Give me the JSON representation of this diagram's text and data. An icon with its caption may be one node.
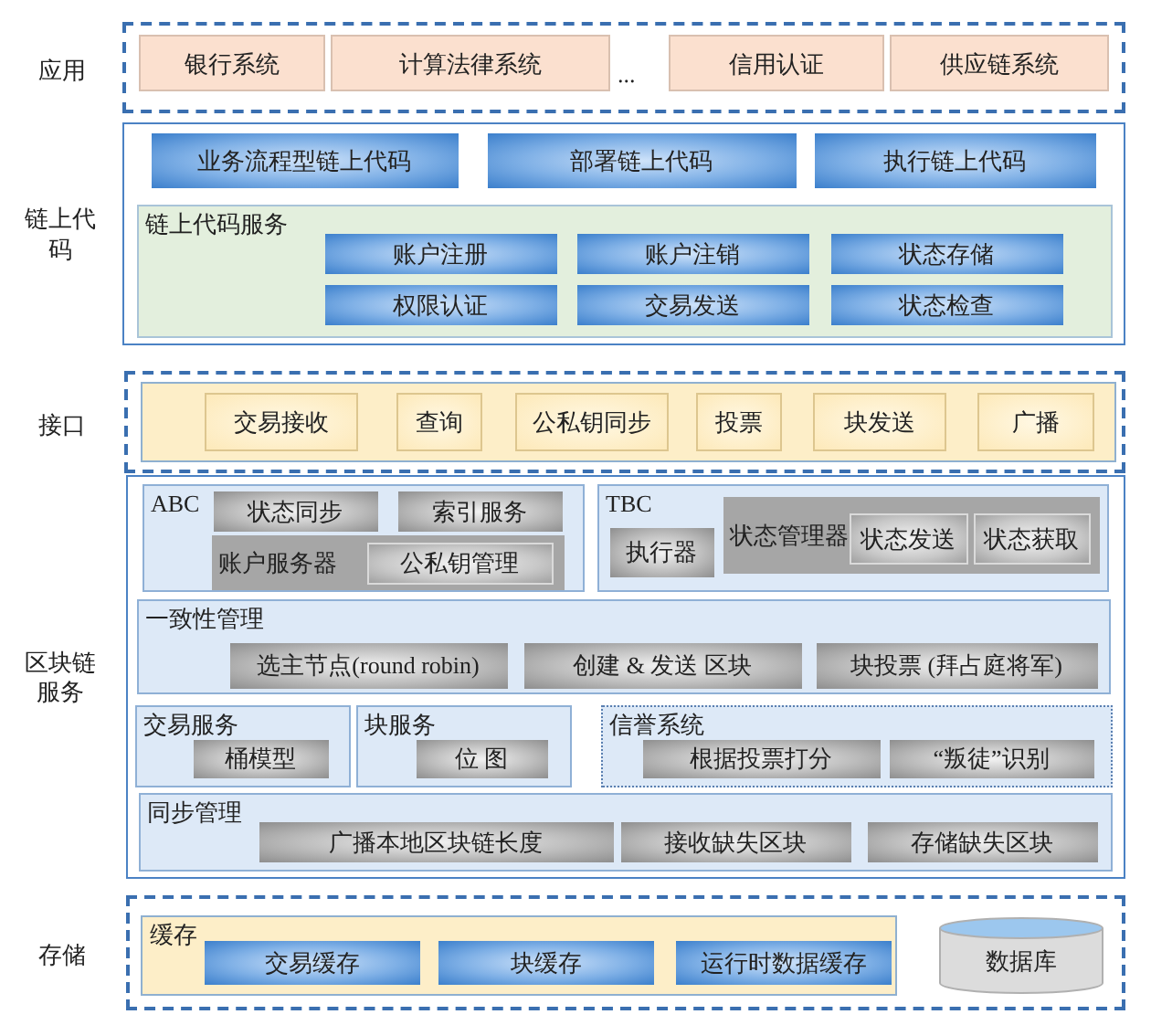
{
  "diagram": {
    "nodes": [
      {
        "text": [],
        "shape": "box",
        "beside": [
          "应用"
        ]
      },
      {
        "text": [
          "银行系统"
        ],
        "in": 0
      },
      {
        "text": [
          "计算法律系统"
        ],
        "in": 0
      },
      {
        "text": [
          "信用认证"
        ],
        "in": 0
      },
      {
        "text": [
          "供应链系统"
        ],
        "in": 0
      },
      {
        "text": [],
        "shape": "box",
        "beside": [
          "链上代码"
        ]
      },
      {
        "text": [
          "业务流程型链上代码"
        ],
        "in": 5
      },
      {
        "text": [
          "部署链上代码"
        ],
        "in": 5
      },
      {
        "text": [
          "执行链上代码"
        ],
        "in": 5
      },
      {
        "text": [
          "链上代码服务"
        ],
        "in": 5
      },
      {
        "text": [
          "账户注册"
        ],
        "in": 9
      },
      {
        "text": [
          "账户注销"
        ],
        "in": 9
      },
      {
        "text": [
          "状态存储"
        ],
        "in": 9
      },
      {
        "text": [
          "权限认证"
        ],
        "in": 9
      },
      {
        "text": [
          "交易发送"
        ],
        "in": 9
      },
      {
        "text": [
          "状态检查"
        ],
        "in": 9
      },
      {
        "text": [],
        "shape": "box",
        "beside": [
          "接口"
        ]
      },
      {
        "text": [],
        "shape": "box",
        "in": 16
      },
      {
        "text": [
          "交易接收"
        ],
        "in": 17
      },
      {
        "text": [
          "查询"
        ],
        "in": 17
      },
      {
        "text": [
          "公私钥同步"
        ],
        "in": 17
      },
      {
        "text": [
          "投票"
        ],
        "in": 17
      },
      {
        "text": [
          "块发送"
        ],
        "in": 17
      },
      {
        "text": [
          "广播"
        ],
        "in": 17
      },
      {
        "text": [],
        "shape": "box",
        "beside": [
          "区块链服务"
        ]
      },
      {
        "text": [
          "ABC"
        ],
        "in": 24
      },
      {
        "text": [
          "状态同步"
        ],
        "in": 25
      },
      {
        "text": [
          "索引服务"
        ],
        "in": 25
      },
      {
        "text": [
          "账户服务器"
        ],
        "in": 25
      },
      {
        "text": [
          "公私钥管理"
        ],
        "in": 28
      },
      {
        "text": [
          "TBC"
        ],
        "in": 24
      },
      {
        "text": [
          "执行器"
        ],
        "in": 30
      },
      {
        "text": [
          "状态管理器"
        ],
        "in": 30
      },
      {
        "text": [
          "状态发送"
        ],
        "in": 32
      },
      {
        "text": [
          "状态获取"
        ],
        "in": 32
      },
      {
        "text": [
          "一致性管理"
        ],
        "in": 24
      },
      {
        "text": [
          "选主节点(round robin)"
        ],
        "in": 35
      },
      {
        "text": [
          "创建 & 发送 区块"
        ],
        "in": 35
      },
      {
        "text": [
          "块投票 (拜占庭将军)"
        ],
        "in": 35
      },
      {
        "text": [
          "交易服务"
        ],
        "in": 24
      },
      {
        "text": [
          "桶模型"
        ],
        "in": 39
      },
      {
        "text": [
          "块服务"
        ],
        "in": 24
      },
      {
        "text": [
          "位 图"
        ],
        "in": 41
      },
      {
        "text": [
          "信誉系统"
        ],
        "in": 24
      },
      {
        "text": [
          "根据投票打分"
        ],
        "in": 43
      },
      {
        "text": [
          "“叛徒”识别"
        ],
        "in": 43
      },
      {
        "text": [
          "同步管理"
        ],
        "in": 24
      },
      {
        "text": [
          "广播本地区块链长度"
        ],
        "in": 46
      },
      {
        "text": [
          "接收缺失区块"
        ],
        "in": 46
      },
      {
        "text": [
          "存储缺失区块"
        ],
        "in": 46
      },
      {
        "text": [],
        "shape": "box",
        "beside": [
          "存储"
        ]
      },
      {
        "text": [
          "缓存"
        ],
        "in": 50
      },
      {
        "text": [
          "交易缓存"
        ],
        "in": 51
      },
      {
        "text": [
          "块缓存"
        ],
        "in": 51
      },
      {
        "text": [
          "运行时数据缓存"
        ],
        "in": 51
      },
      {
        "text": [
          "数据库"
        ],
        "in": 50
      }
    ],
    "edges": [],
    "labels": [
      "..."
    ]
  }
}
